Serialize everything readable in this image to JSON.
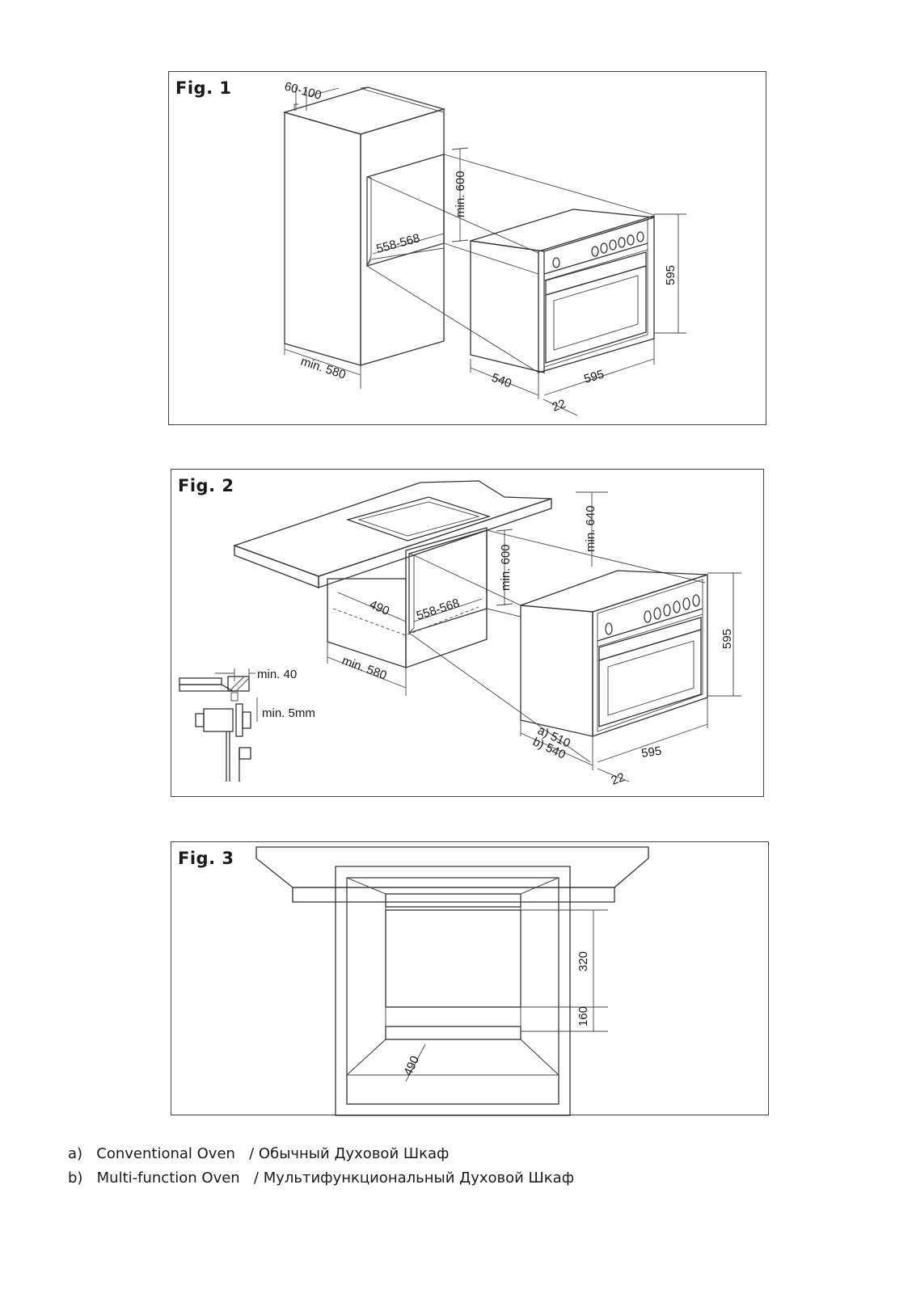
{
  "figures": {
    "fig1": {
      "title": "Fig. 1",
      "labels": {
        "top_gap": "60-100",
        "niche_height": "min. 600",
        "niche_width": "558-568",
        "cabinet_depth": "min. 580",
        "oven_height": "595",
        "oven_depth": "540",
        "oven_width": "595",
        "front_depth": "22"
      }
    },
    "fig2": {
      "title": "Fig. 2",
      "labels": {
        "counter_height": "min. 640",
        "niche_height": "min. 600",
        "niche_depth": "490",
        "niche_width": "558-568",
        "cabinet_depth": "min. 580",
        "oven_height": "595",
        "oven_depth_a": "a) 510",
        "oven_depth_b": "b) 540",
        "oven_width": "595",
        "front_depth": "22",
        "detail_gap": "min. 40",
        "detail_clearance": "min. 5mm"
      }
    },
    "fig3": {
      "title": "Fig. 3",
      "labels": {
        "opening_height": "320",
        "bottom_height": "160",
        "depth": "490"
      }
    }
  },
  "legend": [
    {
      "key": "a)",
      "text": "Conventional Oven",
      "translation": "/ Обычный Духовой Шкаф"
    },
    {
      "key": "b)",
      "text": "Multi-function Oven",
      "translation": "/ Мультифункциональный Духовой Шкаф"
    }
  ]
}
